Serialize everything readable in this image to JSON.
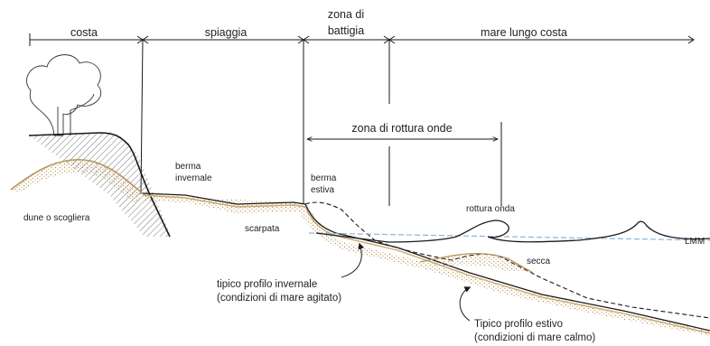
{
  "zones": {
    "costa": "costa",
    "spiaggia": "spiaggia",
    "battigia_line1": "zona di",
    "battigia_line2": "battigia",
    "mare": "mare lungo costa"
  },
  "breaker_zone": "zona di rottura onde",
  "labels": {
    "dune": "dune o scogliera",
    "berma_invernale_1": "berma",
    "berma_invernale_2": "invernale",
    "berma_estiva_1": "berma",
    "berma_estiva_2": "estiva",
    "scarpata": "scarpata",
    "rottura_onda": "rottura onda",
    "lmm": "LMM",
    "secca": "secca"
  },
  "callouts": {
    "invernale_1": "tipico profilo invernale",
    "invernale_2": "(condizioni di mare agitato)",
    "estivo_1": "Tipico profilo estivo",
    "estivo_2": "(condizioni di mare calmo)"
  },
  "colors": {
    "line": "#1a1a1a",
    "sand": "#c9a86a",
    "sand_dots": "#b8955a",
    "water_level": "#8fb3d6",
    "hatch": "#777777"
  }
}
